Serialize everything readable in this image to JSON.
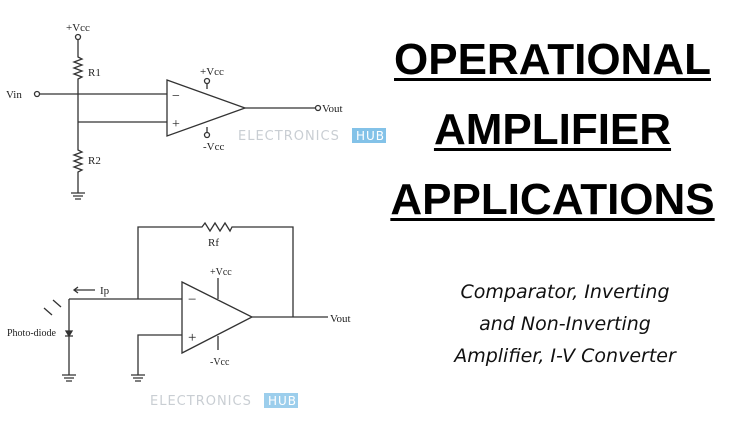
{
  "title": {
    "lines": [
      "OPERATIONAL",
      "AMPLIFIER",
      "APPLICATIONS"
    ]
  },
  "subtitle": {
    "lines": [
      "Comparator, Inverting",
      "and Non-Inverting",
      "Amplifier, I-V Converter"
    ]
  },
  "watermark": {
    "text": "ELECTRONICS",
    "badge": "HUB",
    "badge_color": "#5aaee0"
  },
  "comparator": {
    "vcc_top": "+Vcc",
    "r1": "R1",
    "r2": "R2",
    "vin": "Vin",
    "opamp_vcc_pos": "+Vcc",
    "opamp_vcc_neg": "-Vcc",
    "minus": "−",
    "plus": "+",
    "vout": "Vout"
  },
  "iv_converter": {
    "rf": "Rf",
    "ip": "Ip",
    "photodiode": "Photo-diode",
    "opamp_vcc_pos": "+Vcc",
    "opamp_vcc_neg": "-Vcc",
    "minus": "−",
    "plus": "+",
    "vout": "Vout"
  }
}
